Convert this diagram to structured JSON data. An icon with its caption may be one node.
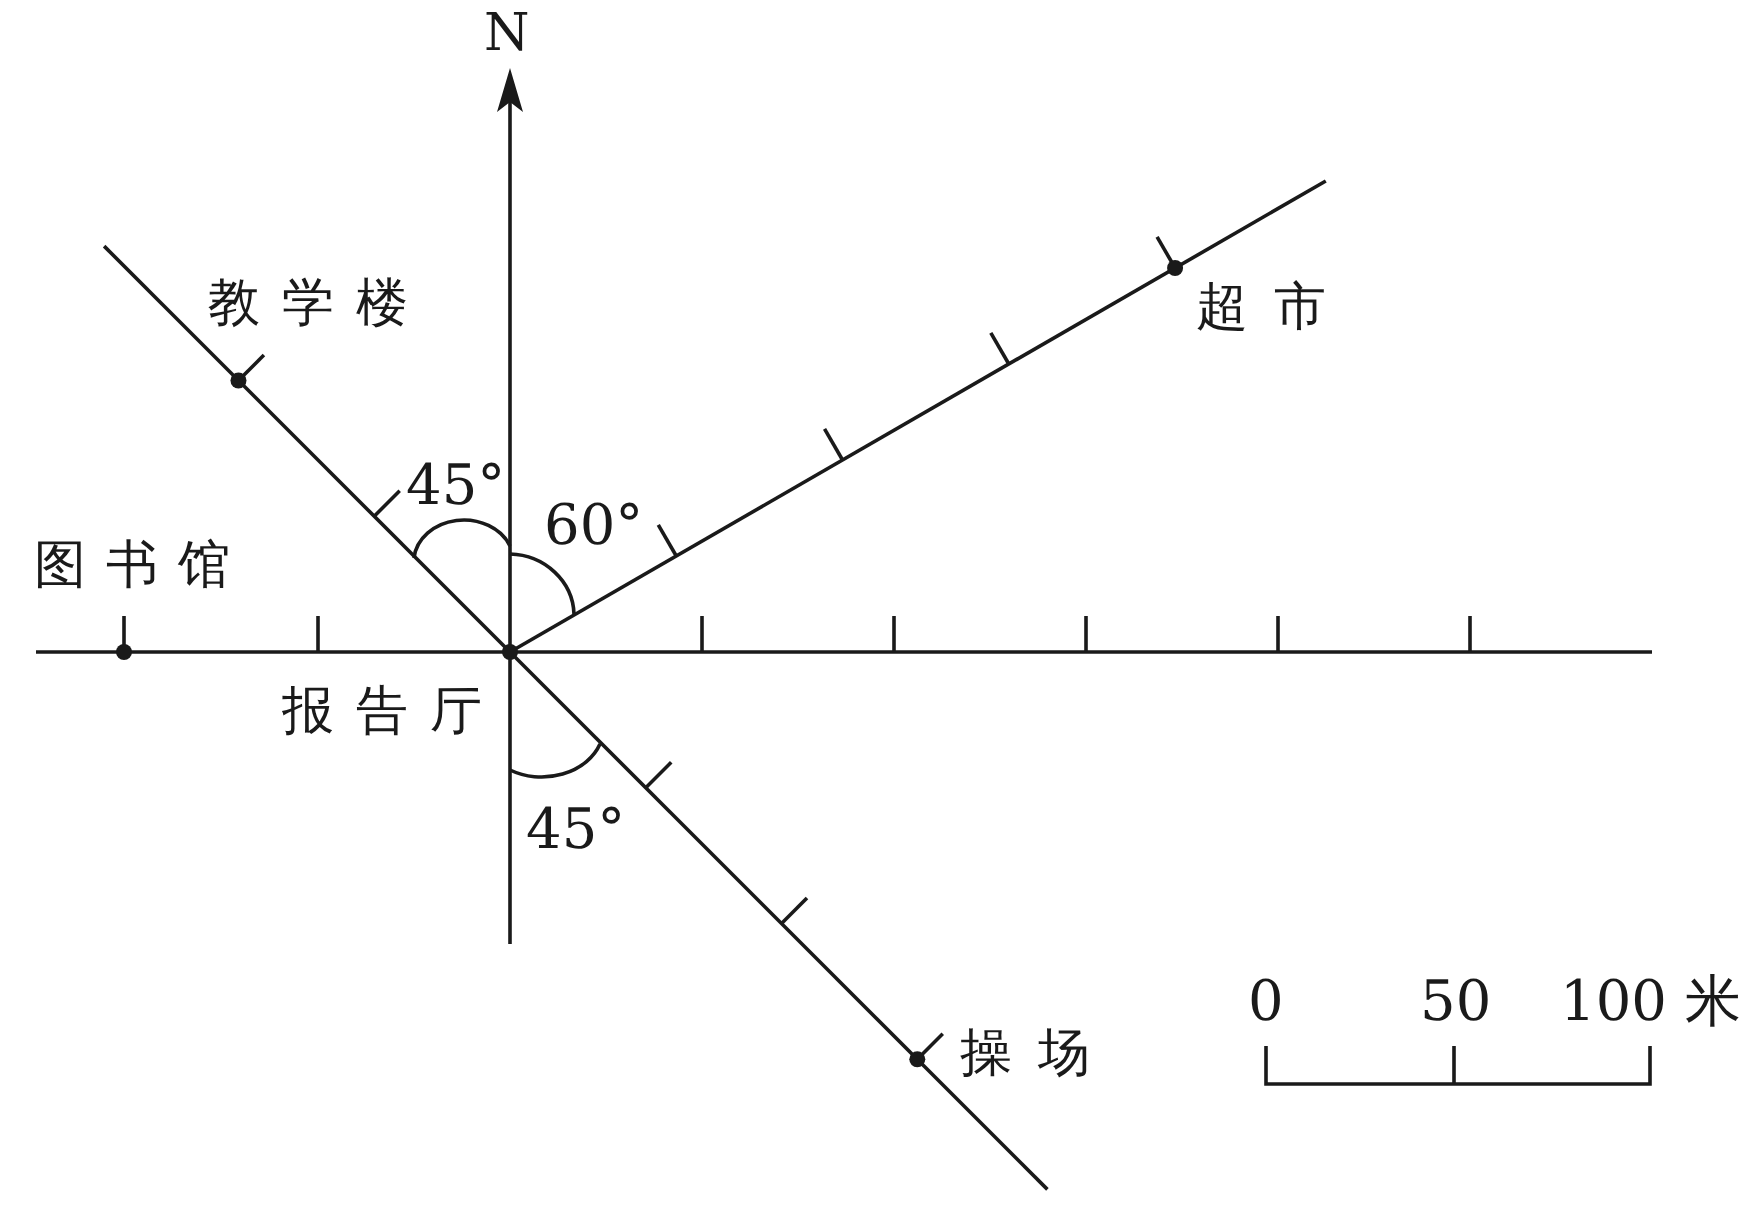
{
  "diagram": {
    "labels": [
      "N",
      "教学楼",
      "超市",
      "45°",
      "60°",
      "图书馆",
      "报告厅",
      "45°",
      "操场",
      "0",
      "50",
      "100 米"
    ]
  }
}
